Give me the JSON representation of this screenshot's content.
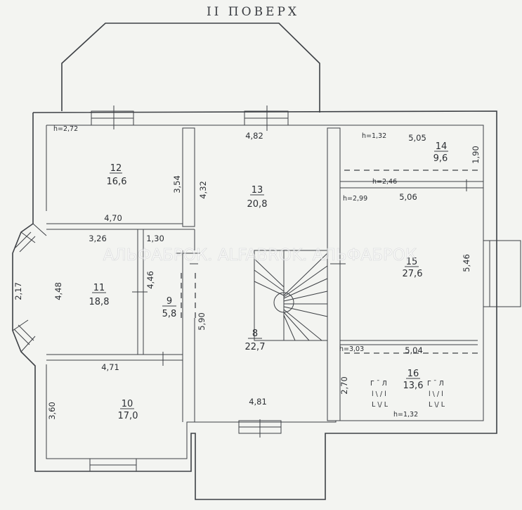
{
  "title": "II ПОВЕРХ",
  "watermark": "АЛЬФАБРОК. ALFABROK. АЛЬФАБРОК",
  "rooms": [
    {
      "number": "12",
      "area": "16,6"
    },
    {
      "number": "13",
      "area": "20,8"
    },
    {
      "number": "14",
      "area": "9,6"
    },
    {
      "number": "15",
      "area": "27,6"
    },
    {
      "number": "11",
      "area": "18,8"
    },
    {
      "number": "9",
      "area": "5,8"
    },
    {
      "number": "8",
      "area": "22,7"
    },
    {
      "number": "10",
      "area": "17,0"
    },
    {
      "number": "16",
      "area": "13,6"
    }
  ],
  "dimensions": [
    "4,82",
    "3,54",
    "4,32",
    "4,70",
    "3,26",
    "1,30",
    "4,48",
    "4,46",
    "2,17",
    "5,90",
    "4,71",
    "3,60",
    "4,81",
    "5,05",
    "1,90",
    "5,06",
    "5,46",
    "5,04",
    "2,70"
  ],
  "heights": [
    "h=2,72",
    "h=1,32",
    "h=2,46",
    "h=2,99",
    "h=3,03",
    "h=1,32"
  ],
  "colors": {
    "background": "#f3f4f1",
    "line": "#3d4045",
    "text": "#2b2e33"
  }
}
